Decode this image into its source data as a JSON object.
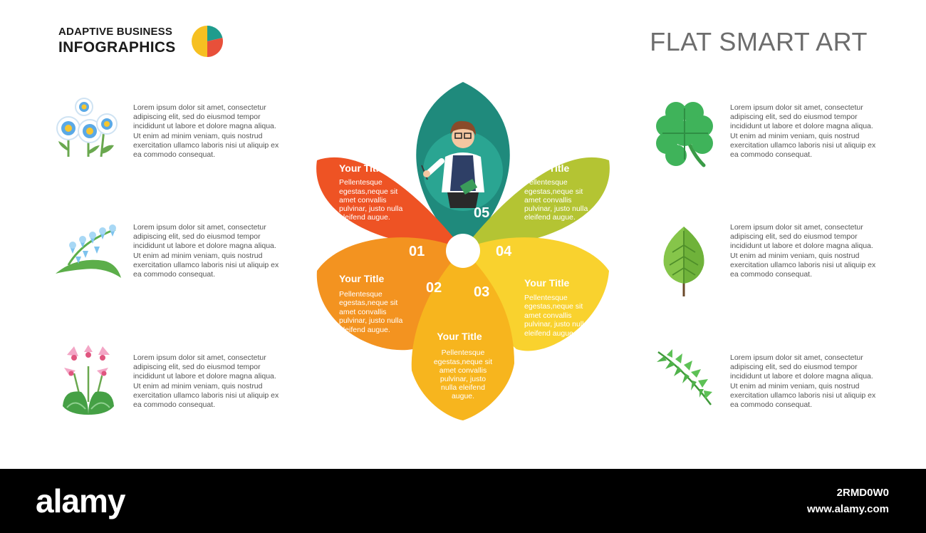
{
  "header": {
    "logo_line1": "ADAPTIVE BUSINESS",
    "logo_line2": "INFOGRAPHICS",
    "title": "FLAT SMART ART"
  },
  "side_items": [
    {
      "icon": "daisy-flowers-icon",
      "text": "Lorem ipsum dolor sit amet, consectetur adipiscing elit, sed do eiusmod tempor incididunt ut labore et dolore magna aliqua. Ut enim ad minim veniam, quis nostrud exercitation ullamco laboris nisi ut aliquip ex ea commodo consequat."
    },
    {
      "icon": "bluebell-flower-icon",
      "text": "Lorem ipsum dolor sit amet, consectetur adipiscing elit, sed do eiusmod tempor incididunt ut labore et dolore magna aliqua. Ut enim ad minim veniam, quis nostrud exercitation ullamco laboris nisi ut aliquip ex ea commodo consequat."
    },
    {
      "icon": "cyclamen-flower-icon",
      "text": "Lorem ipsum dolor sit amet, consectetur adipiscing elit, sed do eiusmod tempor incididunt ut labore et dolore magna aliqua. Ut enim ad minim veniam, quis nostrud exercitation ullamco laboris nisi ut aliquip ex ea commodo consequat."
    },
    {
      "icon": "clover-leaf-icon",
      "text": "Lorem ipsum dolor sit amet, consectetur adipiscing elit, sed do eiusmod tempor incididunt ut labore et dolore magna aliqua. Ut enim ad minim veniam, quis nostrud exercitation ullamco laboris nisi ut aliquip ex ea commodo consequat."
    },
    {
      "icon": "birch-leaf-icon",
      "text": "Lorem ipsum dolor sit amet, consectetur adipiscing elit, sed do eiusmod tempor incididunt ut labore et dolore magna aliqua. Ut enim ad minim veniam, quis nostrud exercitation ullamco laboris nisi ut aliquip ex ea commodo consequat."
    },
    {
      "icon": "fern-leaf-icon",
      "text": "Lorem ipsum dolor sit amet, consectetur adipiscing elit, sed do eiusmod tempor incididunt ut labore et dolore magna aliqua. Ut enim ad minim veniam, quis nostrud exercitation ullamco laboris nisi ut aliquip ex ea commodo consequat."
    }
  ],
  "petals": [
    {
      "number": "01",
      "title": "Your Title",
      "body": [
        "Pellentesque",
        "egestas,neque sit",
        "amet convallis",
        "pulvinar, justo nulla",
        "eleifend augue."
      ],
      "color": "#ee5324"
    },
    {
      "number": "02",
      "title": "Your Title",
      "body": [
        "Pellentesque",
        "egestas,neque sit",
        "amet convallis",
        "pulvinar, justo nulla",
        "eleifend augue."
      ],
      "color": "#f39320"
    },
    {
      "number": "03",
      "title": "Your Title",
      "body": [
        "Pellentesque",
        "egestas,neque sit",
        "amet convallis",
        "pulvinar, justo",
        "nulla eleifend",
        "augue."
      ],
      "color": "#f7b51e"
    },
    {
      "number": "04",
      "title": "Your Title",
      "body": [
        "Pellentesque",
        "egestas,neque sit",
        "amet convallis",
        "pulvinar, justo nulla",
        "eleifend augue."
      ],
      "color": "#f9d22e"
    },
    {
      "number": "05",
      "title": "Your Title",
      "body": [
        "Pellentesque",
        "egestas,neque sit",
        "amet convallis",
        "pulvinar, justo nulla",
        "eleifend augue."
      ],
      "color": "#b4c433"
    }
  ],
  "top_petal_color": "#1f8a7c",
  "top_petal_icon": "teacher-avatar-icon",
  "pie_colors": [
    "#1f9c8d",
    "#e8503a",
    "#f6c021"
  ],
  "footer": {
    "brand": "alamy",
    "image_id": "2RMD0W0",
    "url": "www.alamy.com"
  }
}
